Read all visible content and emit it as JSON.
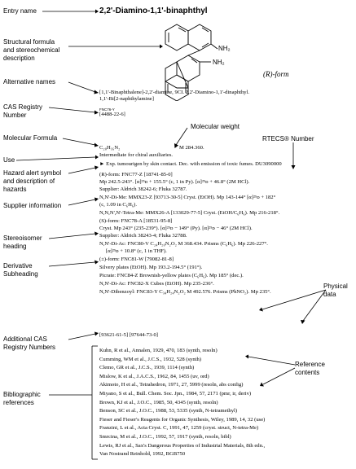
{
  "labels": {
    "entry_name": "Entry name",
    "structural": "Structural formula\nand stereochemical\ndescription",
    "alt_names": "Alternative names",
    "cas": "CAS Registry\nNumber",
    "mol_formula": "Molecular Formula",
    "use": "Use",
    "hazard": "Hazard alert symbol\nand description of\nhazards",
    "supplier": "Supplier information",
    "stereo": "Stereoisomer\nheading",
    "derivative": "Derivative\nSubheading",
    "additional_cas": "Additional CAS\nRegistry Numbers",
    "biblio": "Bibliographic\nreferences"
  },
  "callouts": {
    "mol_weight": "Molecular weight",
    "rtecs": "RTECS® Number",
    "physical": "Physical\ndata",
    "reference": "Reference\ncontents"
  },
  "entry": {
    "title": "2,2'-Diamino-1,1'-binaphthyl",
    "nh2_top": "NH₂",
    "nh2_bottom": "NH₂",
    "form": "(R)-form",
    "alt_line1": "[1,1'-Binaphthalene]-2,2'-diamine, 9CI. 2,2'-Diamino-1,1'-dinaphthyl.",
    "alt_line2": "1,1'-Bi[2-naphthylamine]",
    "fnc_code": "FNC76-Y",
    "cas": "[4488-22-6]",
    "formula": "C₂₀H₁₆N₂",
    "mw": "M 284.360.",
    "use": "Intermediate for chiral auxiliaries.",
    "hazard": "► Exp. tumourigen by skin contact. Dec. with emission of toxic fumes. DU3090000",
    "r_form": "(R)-form: FNC77-Z [18741-85-0]",
    "r_mp": "Mp 242.5-243°. [α]²⁵ᴅ + 155.5° (c, 1 in Py). [α]²⁵ᴅ + 46.8° (2M HCl).",
    "r_supplier": "Supplier: Aldrich 38242-6; Fluka 32787.",
    "r_dime": "N,N'-Di-Me: MMX23-Z [93713-30-5] Cryst. (EtOH). Mp 143-144° [α]²⁵ᴅ + 182°",
    "r_dime2": "(c, 1.09 in C₆H₆).",
    "r_tetrame": "N,N,N',N'-Tetra-Me: MMX26-A [133029-77-5] Cryst. (EtOH/C₆H₆). Mp 216-218°.",
    "s_form": "(S)-form: FNC78-A [18531-95-8]",
    "s_cryst": "Cryst. Mp 243° (235-239°). [α]²⁵ᴅ − 149° (Py). [α]²⁵ᴅ − 46° (2M HCl).",
    "s_supplier": "Supplier: Aldrich 38243-4; Fluka 32788.",
    "s_diac": "N,N'-Di-Ac: FNC80-V C₂₄H₂₀N₂O₂ M 368.434. Prisms (C₆H₆). Mp 226-227°.",
    "s_diac2": "[α]²⁵ᴅ + 10.8° (c, 1 in THF).",
    "pm_form": "(±)-form: FNC81-W [79082-81-8]",
    "pm_silvery": "Silvery plates (EtOH). Mp 193.2-194.5° (191°).",
    "pm_picrate": "Picrate: FNC84-Z Brownish-yellow plates (C₆H₆). Mp 185° (dec.).",
    "pm_diac": "N,N'-Di-Ac: FNC82-X Cubes (EtOH). Mp 235-236°.",
    "pm_dibenz": "N,N'-Dibenzoyl: FNC83-Y C₃₄H₂₄N₂O₂ M 492.576. Prisms (PhNO₂). Mp 235°.",
    "additional_cas": "[93621-61-5] [97644-73-0]"
  },
  "references": [
    "Kuhn, R et al., Annalen, 1929, 470, 183 (synth, resoln)",
    "Cumming, WM et al., J.C.S., 1932, 528 (synth)",
    "Clemo, GR et al., J.C.S., 1939, 1114 (synth)",
    "Mislow, K et al., J.A.C.S., 1962, 84, 1455 (uv, ord)",
    "Akimoto, H et al., Tetrahedron, 1971, 27, 5999 (resoln, abs config)",
    "Miyano, S et al., Bull. Chem. Soc. Jpn., 1984, 57, 2171 (pmr, ir, deriv)",
    "Brown, KJ et al., J.O.C., 1985, 50, 4345 (synth, resoln)",
    "Benson, SC et al., J.O.C., 1988, 53, 5335 (synth, N-tetramethyl)",
    "Fieser and Fieser's Reagents for Organic Synthesis, Wiley, 1989, 14, 32 (use)",
    "Franzini, L et al., Acta Cryst. C, 1991, 47, 1259 (cryst. struct, N-tetra-Me)",
    "Smrcina, M et al., J.O.C., 1992, 57, 1917 (synth, resoln, bibl)",
    "Lewis, RJ et al., Sax's Dangerous Properties of Industrial Materials, 8th edn.,",
    "Van Nostrand Reinhold, 1992, BGB750"
  ]
}
